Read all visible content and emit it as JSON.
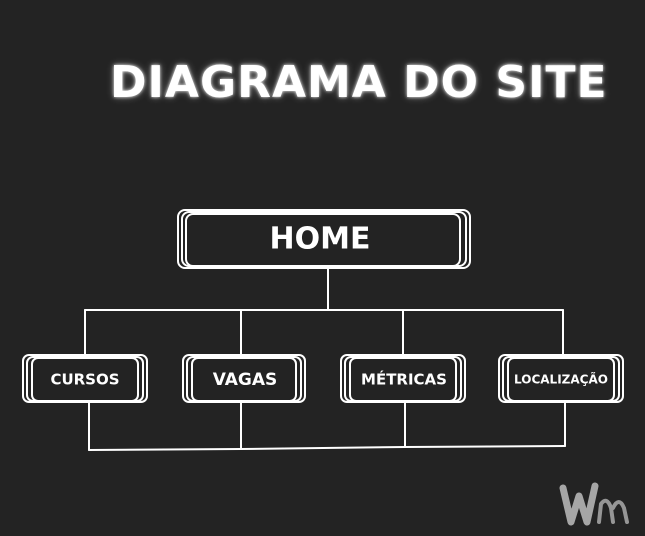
{
  "title": "DIAGRAMA DO SITE",
  "diagram": {
    "root": {
      "label": "HOME"
    },
    "children": [
      {
        "label": "CURSOS"
      },
      {
        "label": "VAGAS"
      },
      {
        "label": "MÉTRICAS"
      },
      {
        "label": "LOCALIZAÇÃO"
      }
    ]
  },
  "colors": {
    "background": "#232323",
    "foreground": "#ffffff"
  },
  "logo": {
    "icon": "wm-logo-icon"
  }
}
